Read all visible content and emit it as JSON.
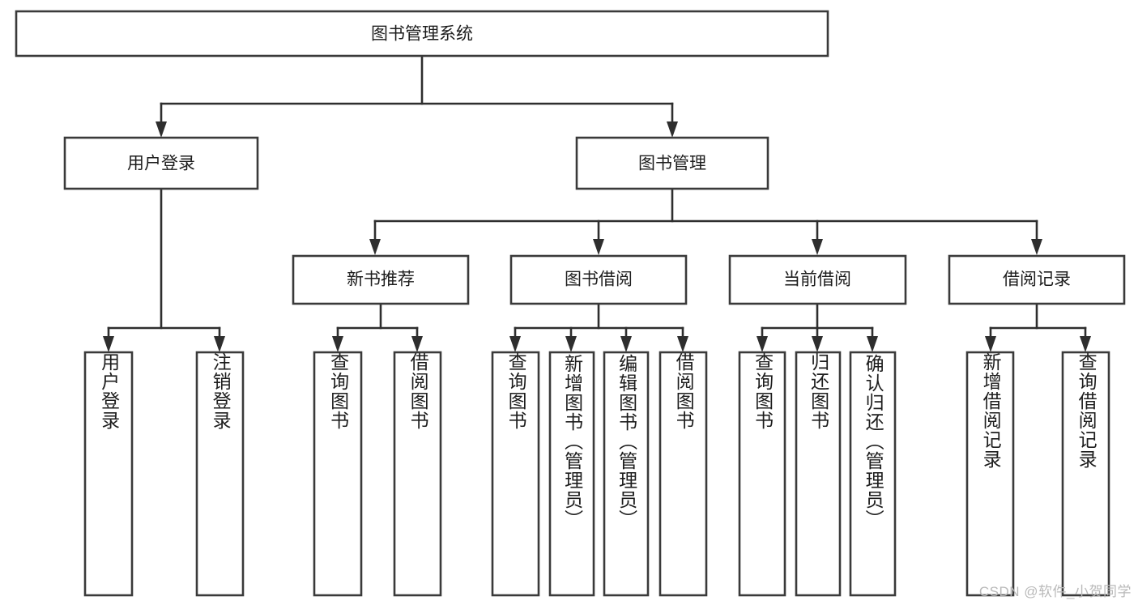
{
  "diagram": {
    "title": "图书管理系统",
    "type": "tree-hierarchy-chart",
    "root": {
      "label": "图书管理系统"
    },
    "level2": [
      {
        "label": "用户登录"
      },
      {
        "label": "图书管理"
      }
    ],
    "level3": [
      {
        "label": "新书推荐"
      },
      {
        "label": "图书借阅"
      },
      {
        "label": "当前借阅"
      },
      {
        "label": "借阅记录"
      }
    ],
    "leaves": {
      "user_login": [
        {
          "label": "用户登录"
        },
        {
          "label": "注销登录"
        }
      ],
      "new_book_recommend": [
        {
          "label": "查询图书"
        },
        {
          "label": "借阅图书"
        }
      ],
      "book_borrow": [
        {
          "label": "查询图书"
        },
        {
          "label": "新增图书（管理员）"
        },
        {
          "label": "编辑图书（管理员）"
        },
        {
          "label": "借阅图书"
        }
      ],
      "current_borrow": [
        {
          "label": "查询图书"
        },
        {
          "label": "归还图书"
        },
        {
          "label": "确认归还（管理员）"
        }
      ],
      "borrow_record": [
        {
          "label": "新增借阅记录"
        },
        {
          "label": "查询借阅记录"
        }
      ]
    }
  },
  "watermark": {
    "text": "CSDN @软件_小贺同学"
  },
  "colors": {
    "box_stroke": "#3a3a3a",
    "connector": "#2e2e2e",
    "text": "#1d1d1d",
    "background": "#ffffff",
    "watermark": "#b9b9b9"
  }
}
